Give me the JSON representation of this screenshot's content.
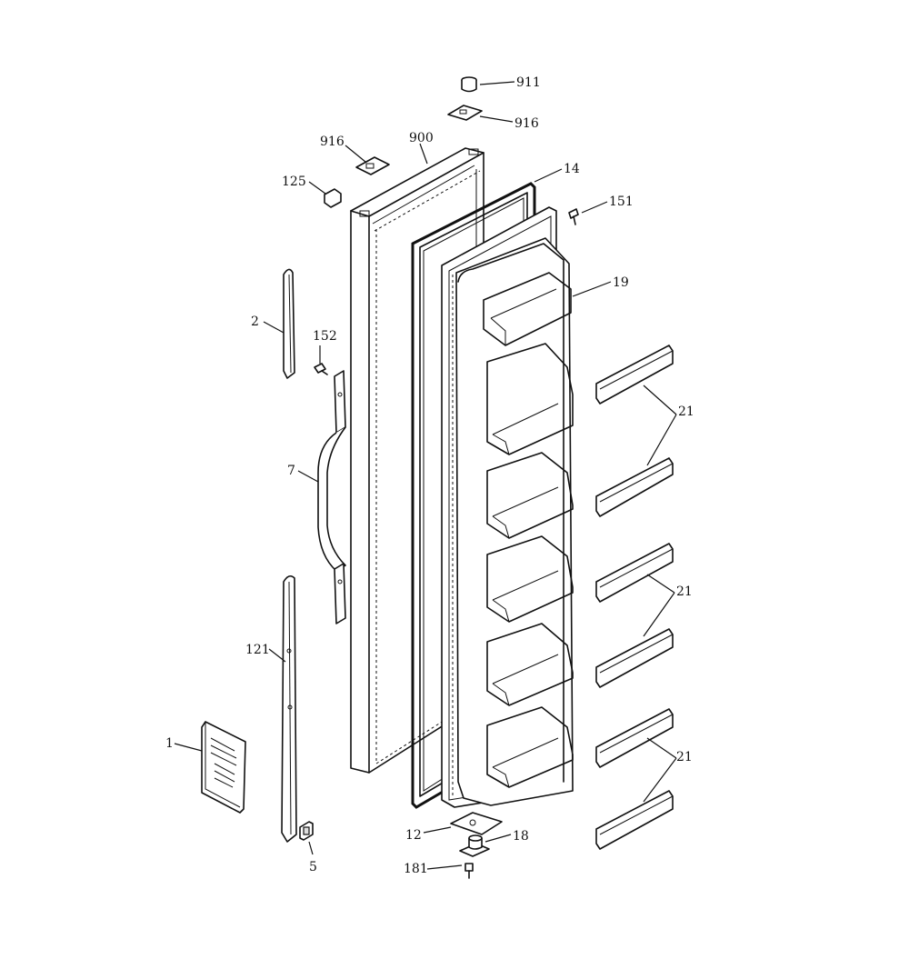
{
  "callouts": {
    "p911": "911",
    "p916a": "916",
    "p916b": "916",
    "p900": "900",
    "p14": "14",
    "p125": "125",
    "p151": "151",
    "p19": "19",
    "p2": "2",
    "p152": "152",
    "p21a": "21",
    "p7": "7",
    "p21b": "21",
    "p121": "121",
    "p21c": "21",
    "p1": "1",
    "p12": "12",
    "p18": "18",
    "p5": "5",
    "p181": "181"
  },
  "colors": {
    "line": "#111111",
    "background": "#ffffff"
  }
}
